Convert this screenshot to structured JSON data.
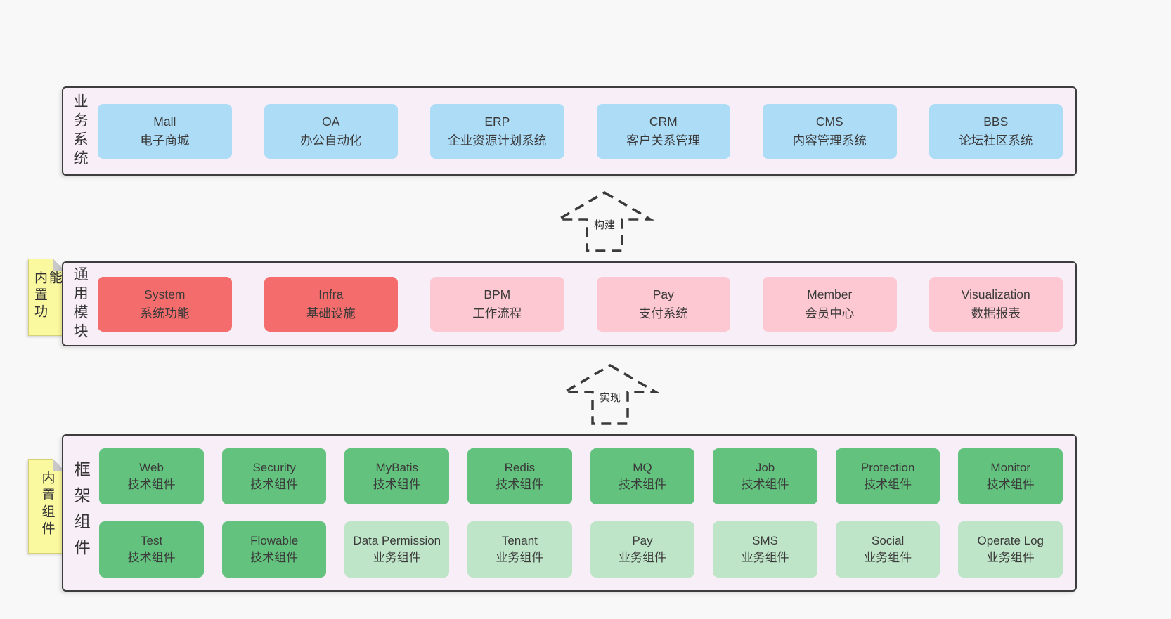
{
  "colors": {
    "page_bg": "#f8f8f8",
    "panel_bg": "#f8eef7",
    "panel_border": "#3d3d3d",
    "blue": "#addcf7",
    "red": "#f56c6c",
    "pink": "#fdc8d1",
    "green": "#63c37e",
    "green_light": "#bfe5c8",
    "yellow": "#fbf9a0",
    "fold_gray": "#c9c9c9",
    "text": "#3a3a3a"
  },
  "bands": {
    "business": {
      "label": "业务系统",
      "items": [
        {
          "en": "Mall",
          "zh": "电子商城"
        },
        {
          "en": "OA",
          "zh": "办公自动化"
        },
        {
          "en": "ERP",
          "zh": "企业资源计划系统"
        },
        {
          "en": "CRM",
          "zh": "客户关系管理"
        },
        {
          "en": "CMS",
          "zh": "内容管理系统"
        },
        {
          "en": "BBS",
          "zh": "论坛社区系统"
        }
      ]
    },
    "modules": {
      "label": "通用模块",
      "note": "内置功能",
      "items": [
        {
          "en": "System",
          "zh": "系统功能"
        },
        {
          "en": "Infra",
          "zh": "基础设施"
        },
        {
          "en": "BPM",
          "zh": "工作流程"
        },
        {
          "en": "Pay",
          "zh": "支付系统"
        },
        {
          "en": "Member",
          "zh": "会员中心"
        },
        {
          "en": "Visualization",
          "zh": "数据报表"
        }
      ]
    },
    "components": {
      "label": "框架组件",
      "note": "内置组件",
      "row1": [
        {
          "en": "Web",
          "zh": "技术组件"
        },
        {
          "en": "Security",
          "zh": "技术组件"
        },
        {
          "en": "MyBatis",
          "zh": "技术组件"
        },
        {
          "en": "Redis",
          "zh": "技术组件"
        },
        {
          "en": "MQ",
          "zh": "技术组件"
        },
        {
          "en": "Job",
          "zh": "技术组件"
        },
        {
          "en": "Protection",
          "zh": "技术组件"
        },
        {
          "en": "Monitor",
          "zh": "技术组件"
        }
      ],
      "row2": [
        {
          "en": "Test",
          "zh": "技术组件"
        },
        {
          "en": "Flowable",
          "zh": "技术组件"
        },
        {
          "en": "Data Permission",
          "zh": "业务组件"
        },
        {
          "en": "Tenant",
          "zh": "业务组件"
        },
        {
          "en": "Pay",
          "zh": "业务组件"
        },
        {
          "en": "SMS",
          "zh": "业务组件"
        },
        {
          "en": "Social",
          "zh": "业务组件"
        },
        {
          "en": "Operate Log",
          "zh": "业务组件"
        }
      ]
    }
  },
  "arrows": {
    "build": "构建",
    "implement": "实现"
  }
}
